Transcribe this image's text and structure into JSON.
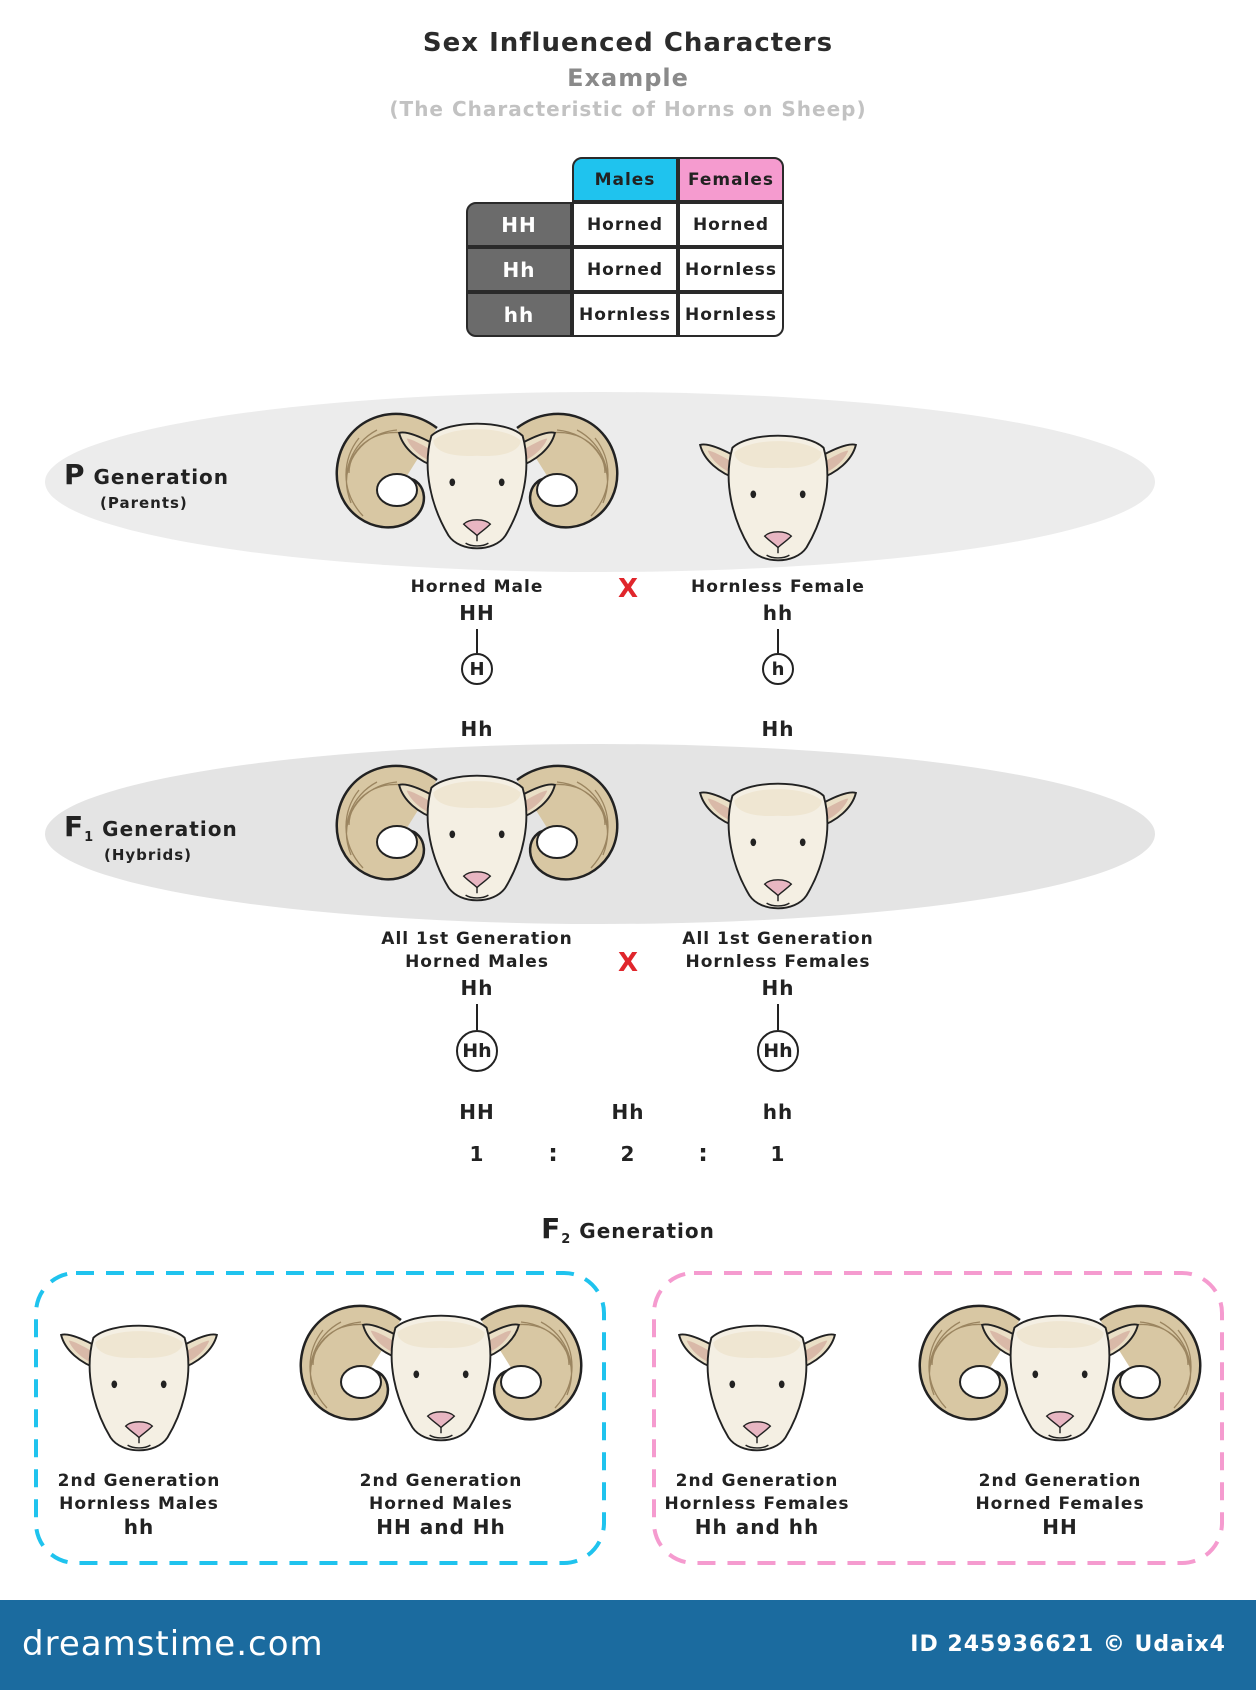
{
  "header": {
    "title": "Sex Influenced Characters",
    "subtitle": "Example",
    "subtitle2": "(The Characteristic of Horns on Sheep)"
  },
  "table": {
    "col_males": "Males",
    "col_females": "Females",
    "rows": [
      {
        "genotype": "HH",
        "males": "Horned",
        "females": "Horned"
      },
      {
        "genotype": "Hh",
        "males": "Horned",
        "females": "Hornless"
      },
      {
        "genotype": "hh",
        "males": "Hornless",
        "females": "Hornless"
      }
    ]
  },
  "p_generation": {
    "letter": "P",
    "title": "Generation",
    "sub": "(Parents)",
    "male_label": "Horned Male",
    "male_genotype": "HH",
    "male_gamete": "H",
    "female_label": "Hornless Female",
    "female_genotype": "hh",
    "female_gamete": "h",
    "cross": "X",
    "offspring_left": "Hh",
    "offspring_right": "Hh"
  },
  "f1_generation": {
    "letter": "F",
    "subscript": "1",
    "title": "Generation",
    "sub": "(Hybrids)",
    "male_label_1": "All 1st Generation",
    "male_label_2": "Horned Males",
    "male_genotype": "Hh",
    "male_gamete": "Hh",
    "female_label_1": "All 1st Generation",
    "female_label_2": "Hornless Females",
    "female_genotype": "Hh",
    "female_gamete": "Hh",
    "cross": "X"
  },
  "ratio": {
    "genotypes": [
      "HH",
      "Hh",
      "hh"
    ],
    "values": [
      "1",
      "2",
      "1"
    ],
    "separator": ":"
  },
  "f2_generation": {
    "letter": "F",
    "subscript": "2",
    "title": "Generation",
    "males": [
      {
        "line1": "2nd Generation",
        "line2": "Hornless Males",
        "genotype": "hh"
      },
      {
        "line1": "2nd Generation",
        "line2": "Horned Males",
        "genotype": "HH and Hh"
      }
    ],
    "females": [
      {
        "line1": "2nd Generation",
        "line2": "Hornless Females",
        "genotype": "Hh and hh"
      },
      {
        "line1": "2nd Generation",
        "line2": "Horned Females",
        "genotype": "HH"
      }
    ]
  },
  "colors": {
    "males": "#1fc3ee",
    "females": "#f59bcf",
    "cross": "#e0262c",
    "genotype_col": "#6b6b6b",
    "footer": "#1b6b9f"
  },
  "footer": {
    "logo": "dreamstime.com",
    "id_text": "ID 245936621 © Udaix4"
  }
}
